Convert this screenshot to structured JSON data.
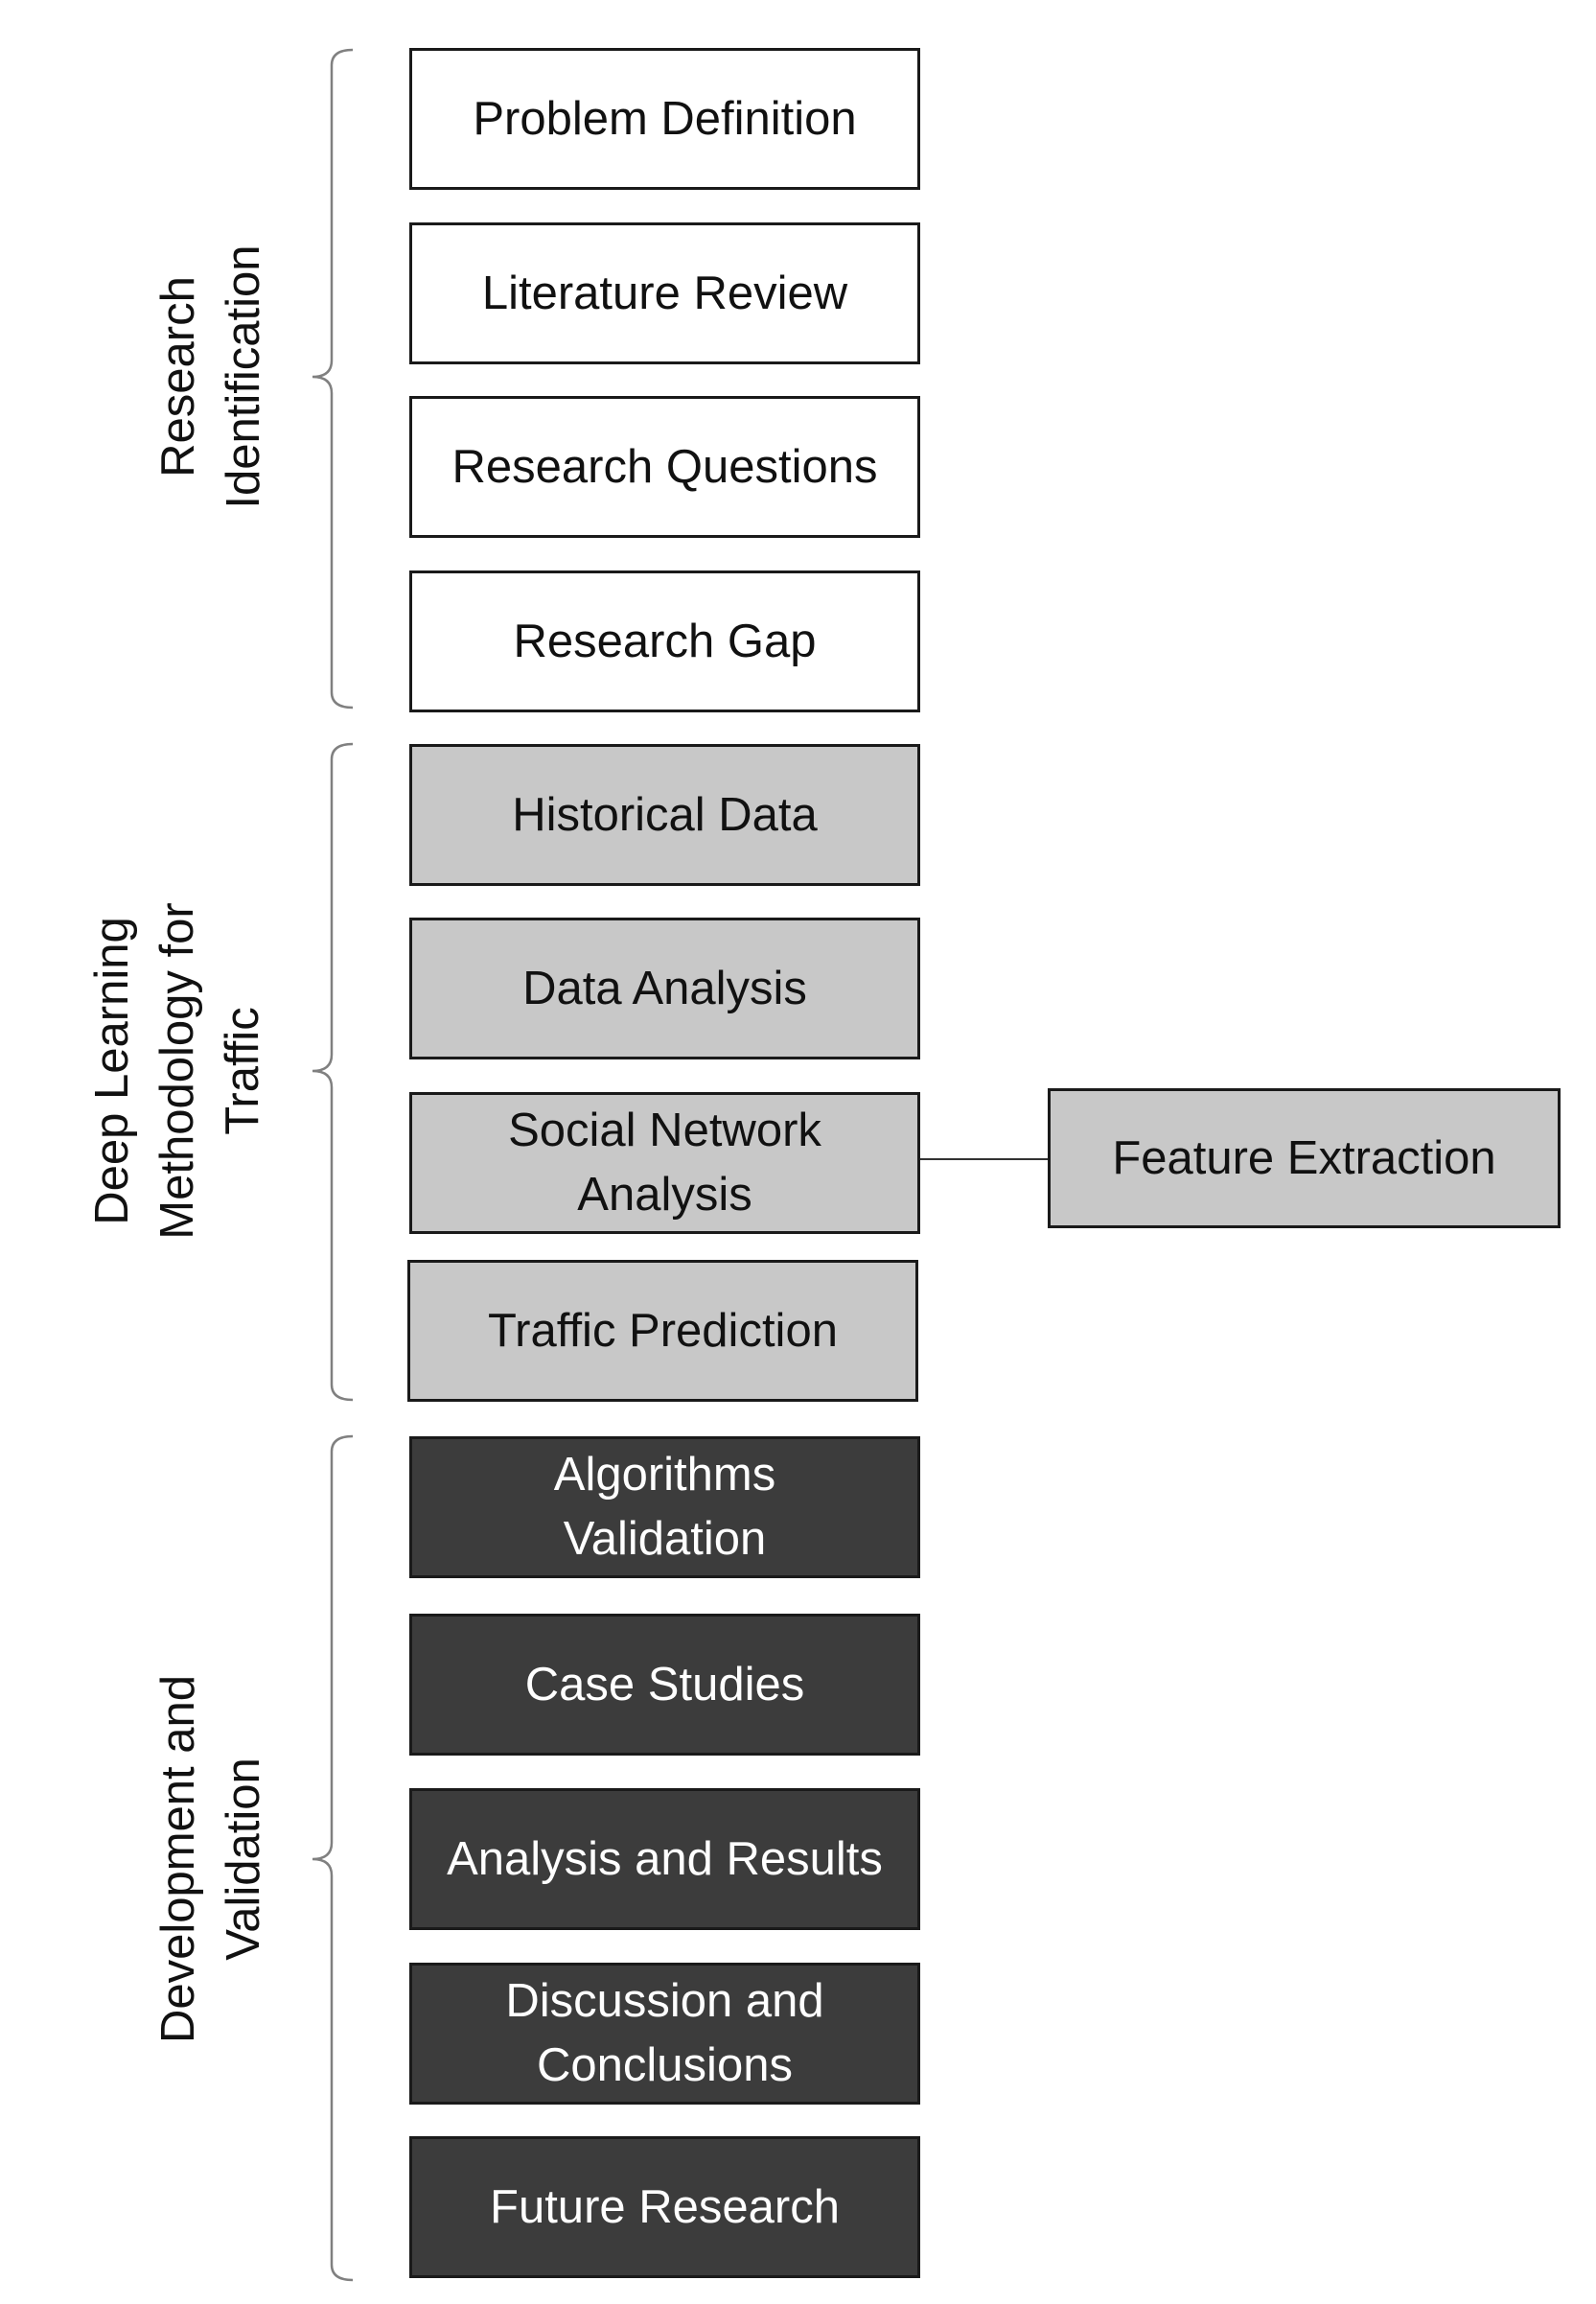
{
  "groups": [
    {
      "label": "Research\nIdentification",
      "steps": [
        "Problem Definition",
        "Literature Review",
        "Research Questions",
        "Research Gap"
      ]
    },
    {
      "label": "Deep Learning\nMethodology for\nTraffic",
      "steps": [
        "Historical Data",
        "Data Analysis",
        "Social Network\nAnalysis",
        "Traffic Prediction"
      ]
    },
    {
      "label": "Development and\nValidation",
      "steps": [
        "Algorithms\nValidation",
        "Case Studies",
        "Analysis and Results",
        "Discussion and\nConclusions",
        "Future Research"
      ]
    }
  ],
  "side_step": "Feature Extraction",
  "colors": {
    "research_identification_fill": "#ffffff",
    "deep_learning_fill": "#c8c8c8",
    "development_validation_fill": "#3c3c3c",
    "border": "#1a1a1a",
    "bracket": "#808080",
    "connector": "#333333"
  }
}
